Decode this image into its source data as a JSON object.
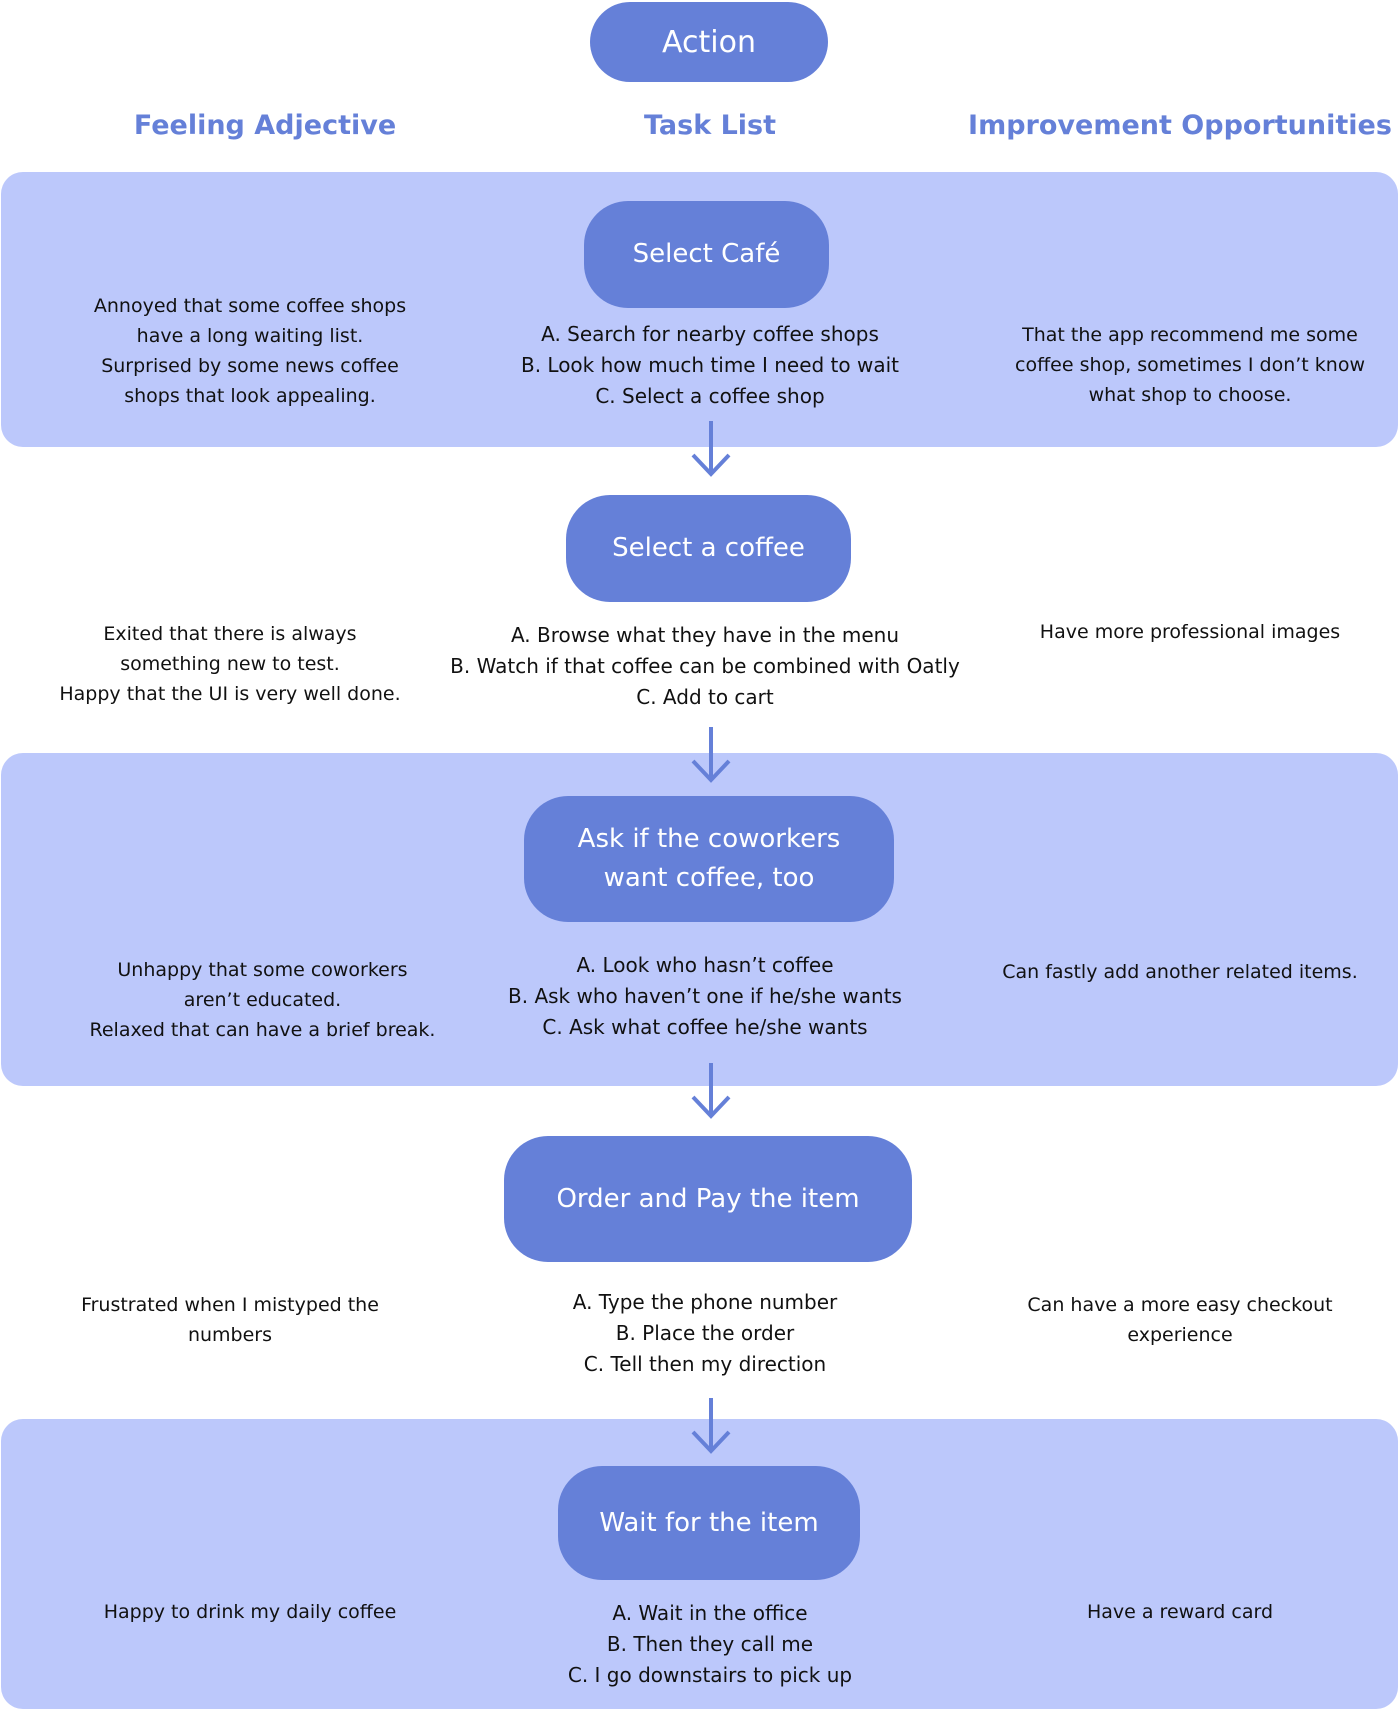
{
  "header": {
    "action": "Action",
    "columns": {
      "feeling": "Feeling Adjective",
      "tasks": "Task List",
      "improvement": "Improvement Opportunities"
    }
  },
  "steps": [
    {
      "title": "Select Café",
      "feeling": "Annoyed that some coffee shops\nhave a long waiting list.\nSurprised by some news coffee\nshops that look appealing.",
      "tasks": "A. Search for nearby coffee shops\nB. Look how much time I need to wait\nC. Select a coffee shop",
      "improvement": "That the app recommend me some\ncoffee shop, sometimes I don’t know\nwhat shop to choose."
    },
    {
      "title": "Select a coffee",
      "feeling": "Exited that there is always\nsomething new to test.\nHappy that the UI is very well done.",
      "tasks": "A. Browse what they have in the menu\nB. Watch if that coffee can be combined with Oatly\nC. Add to cart",
      "improvement": "Have more professional images"
    },
    {
      "title": "Ask if the coworkers\nwant coffee, too",
      "feeling": "Unhappy that some coworkers\naren’t educated.\nRelaxed that can have a brief break.",
      "tasks": "A. Look who hasn’t coffee\nB. Ask who haven’t one if he/she wants\nC. Ask what coffee he/she wants",
      "improvement": "Can fastly add another related items."
    },
    {
      "title": "Order and Pay the item",
      "feeling": "Frustrated when I mistyped the\nnumbers",
      "tasks": "A. Type the phone number\nB. Place the order\nC. Tell then my direction",
      "improvement": "Can have a more easy checkout\nexperience"
    },
    {
      "title": "Wait for the item",
      "feeling": "Happy to drink my daily coffee",
      "tasks": "A. Wait in the office\nB. Then they call me\nC. I go downstairs to pick up",
      "improvement": "Have a reward card"
    }
  ],
  "colors": {
    "accent": "#6580d8",
    "band": "#bcc8fb",
    "text": "#111111"
  }
}
